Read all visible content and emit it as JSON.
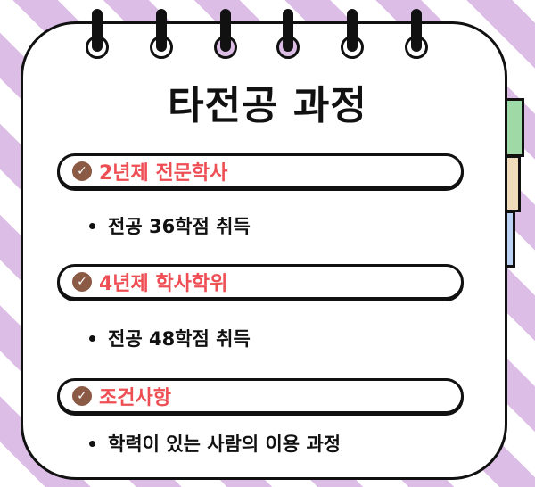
{
  "title": "타전공 과정",
  "sections": [
    {
      "heading": "2년제 전문학사",
      "bullet": "전공 36학점 취득"
    },
    {
      "heading": "4년제 학사학위",
      "bullet": "전공 48학점 취득"
    },
    {
      "heading": "조건사항",
      "bullet": "학력이 있는 사람의 이용 과정"
    }
  ],
  "icons": {
    "check": "✓"
  },
  "colors": {
    "accent": "#ee4f55",
    "check_bg": "#8a5a44",
    "stripe": "#dcbde6",
    "tab_green": "#9fd9a6",
    "tab_beige": "#f0dcbb",
    "tab_blue": "#bcd2f4"
  }
}
